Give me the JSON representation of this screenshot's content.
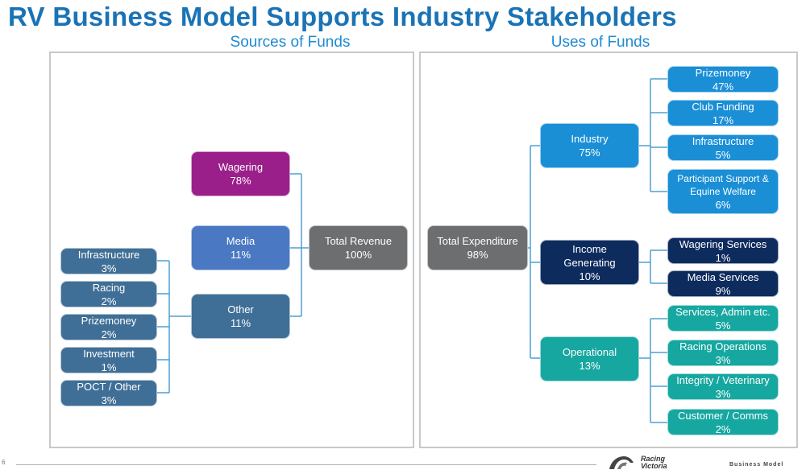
{
  "title": "RV Business Model Supports Industry Stakeholders",
  "sources_heading": "Sources of Funds",
  "uses_heading": "Uses of Funds",
  "colors": {
    "wagering": "#9b1f8b",
    "media": "#4a78c2",
    "source_slate": "#3f6f96",
    "total_grey": "#6d6e70",
    "industry": "#1a8fd6",
    "income": "#0e2b5e",
    "operational": "#16a7a0",
    "connector_blue": "#4da1d3"
  },
  "sources": {
    "total": {
      "label": "Total Revenue",
      "value": "100%"
    },
    "wagering": {
      "label": "Wagering",
      "value": "78%"
    },
    "media": {
      "label": "Media",
      "value": "11%"
    },
    "other": {
      "label": "Other",
      "value": "11%"
    },
    "other_items": [
      {
        "label": "Infrastructure",
        "value": "3%"
      },
      {
        "label": "Racing",
        "value": "2%"
      },
      {
        "label": "Prizemoney",
        "value": "2%"
      },
      {
        "label": "Investment",
        "value": "1%"
      },
      {
        "label": "POCT / Other",
        "value": "3%"
      }
    ]
  },
  "uses": {
    "total": {
      "label": "Total Expenditure",
      "value": "98%"
    },
    "industry": {
      "label": "Industry",
      "value": "75%"
    },
    "income": {
      "label": "Income Generating",
      "value": "10%"
    },
    "operational": {
      "label": "Operational",
      "value": "13%"
    },
    "industry_items": [
      {
        "label": "Prizemoney",
        "value": "47%"
      },
      {
        "label": "Club Funding",
        "value": "17%"
      },
      {
        "label": "Infrastructure",
        "value": "5%"
      },
      {
        "label": "Participant Support & Equine Welfare",
        "value": "6%"
      }
    ],
    "income_items": [
      {
        "label": "Wagering Services",
        "value": "1%"
      },
      {
        "label": "Media Services",
        "value": "9%"
      }
    ],
    "operational_items": [
      {
        "label": "Services, Admin etc.",
        "value": "5%"
      },
      {
        "label": "Racing Operations",
        "value": "3%"
      },
      {
        "label": "Integrity / Veterinary",
        "value": "3%"
      },
      {
        "label": "Customer / Comms",
        "value": "2%"
      }
    ]
  },
  "footer": {
    "page_number": "6",
    "logo_line1": "Racing",
    "logo_line2": "Victoria",
    "right_text": "Business Model"
  }
}
